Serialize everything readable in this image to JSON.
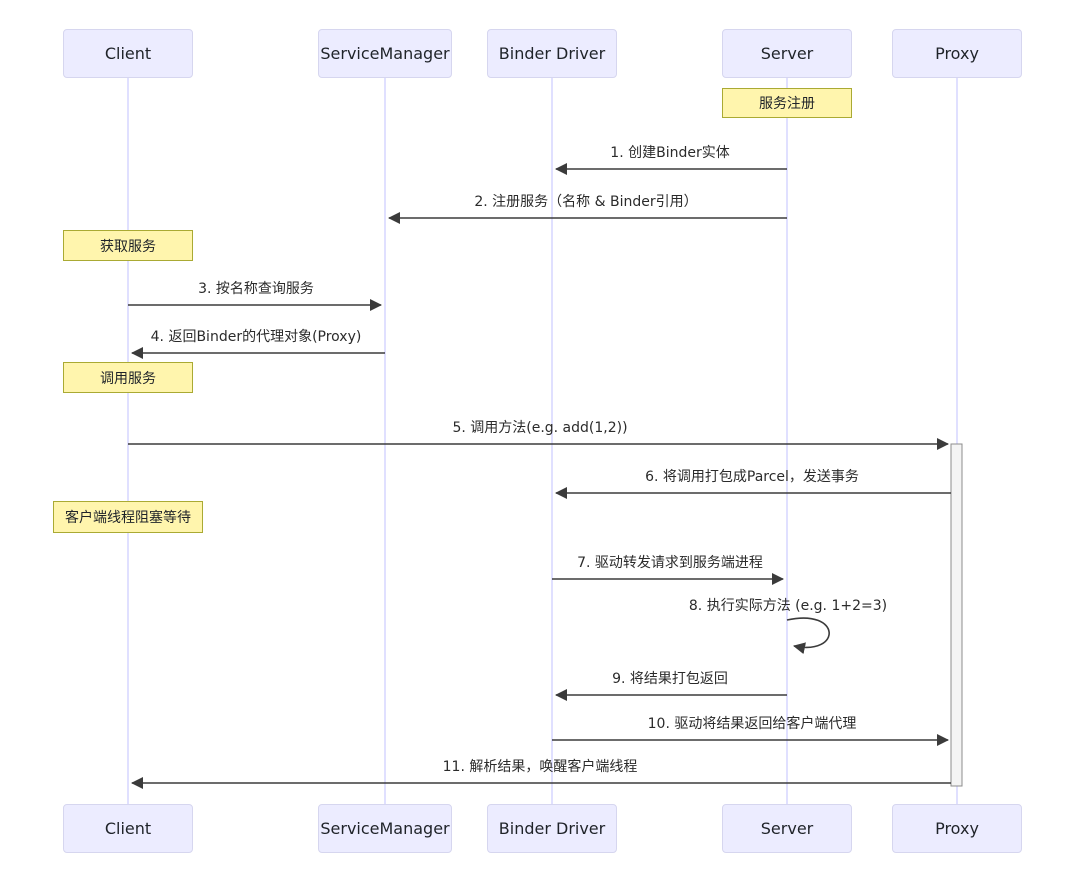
{
  "diagram": {
    "type": "sequence",
    "actors": [
      {
        "id": "client",
        "name": "Client"
      },
      {
        "id": "servicemanager",
        "name": "ServiceManager"
      },
      {
        "id": "binder-driver",
        "name": "Binder Driver"
      },
      {
        "id": "server",
        "name": "Server"
      },
      {
        "id": "proxy",
        "name": "Proxy"
      }
    ],
    "notes": [
      {
        "text": "服务注册",
        "over": "Server"
      },
      {
        "text": "获取服务",
        "over": "Client"
      },
      {
        "text": "调用服务",
        "over": "Client"
      },
      {
        "text": "客户端线程阻塞等待",
        "over": "Client"
      }
    ],
    "messages": [
      {
        "label": "1. 创建Binder实体",
        "from": "Server",
        "to": "Binder Driver"
      },
      {
        "label": "2. 注册服务（名称 & Binder引用）",
        "from": "Server",
        "to": "ServiceManager"
      },
      {
        "label": "3. 按名称查询服务",
        "from": "Client",
        "to": "ServiceManager"
      },
      {
        "label": "4. 返回Binder的代理对象(Proxy)",
        "from": "ServiceManager",
        "to": "Client"
      },
      {
        "label": "5. 调用方法(e.g. add(1,2))",
        "from": "Client",
        "to": "Proxy"
      },
      {
        "label": "6. 将调用打包成Parcel，发送事务",
        "from": "Proxy",
        "to": "Binder Driver"
      },
      {
        "label": "7. 驱动转发请求到服务端进程",
        "from": "Binder Driver",
        "to": "Server"
      },
      {
        "label": "8. 执行实际方法 (e.g. 1+2=3)",
        "from": "Server",
        "to": "Server"
      },
      {
        "label": "9. 将结果打包返回",
        "from": "Server",
        "to": "Binder Driver"
      },
      {
        "label": "10. 驱动将结果返回给客户端代理",
        "from": "Binder Driver",
        "to": "Proxy"
      },
      {
        "label": "11. 解析结果，唤醒客户端线程",
        "from": "Proxy",
        "to": "Client"
      }
    ],
    "activation": {
      "actor": "Proxy",
      "from_message": 5,
      "to_message": 11
    }
  },
  "theme": {
    "actor_fill": "#ECECFF",
    "actor_border": "#d6d6ef",
    "note_fill": "#FFF5AD",
    "note_border": "#AAAA33",
    "lifeline_color": "#ccccff",
    "arrow_color": "#3b3b3b",
    "activation_fill": "#f4f4f4",
    "bg_color": "#ffffff"
  }
}
